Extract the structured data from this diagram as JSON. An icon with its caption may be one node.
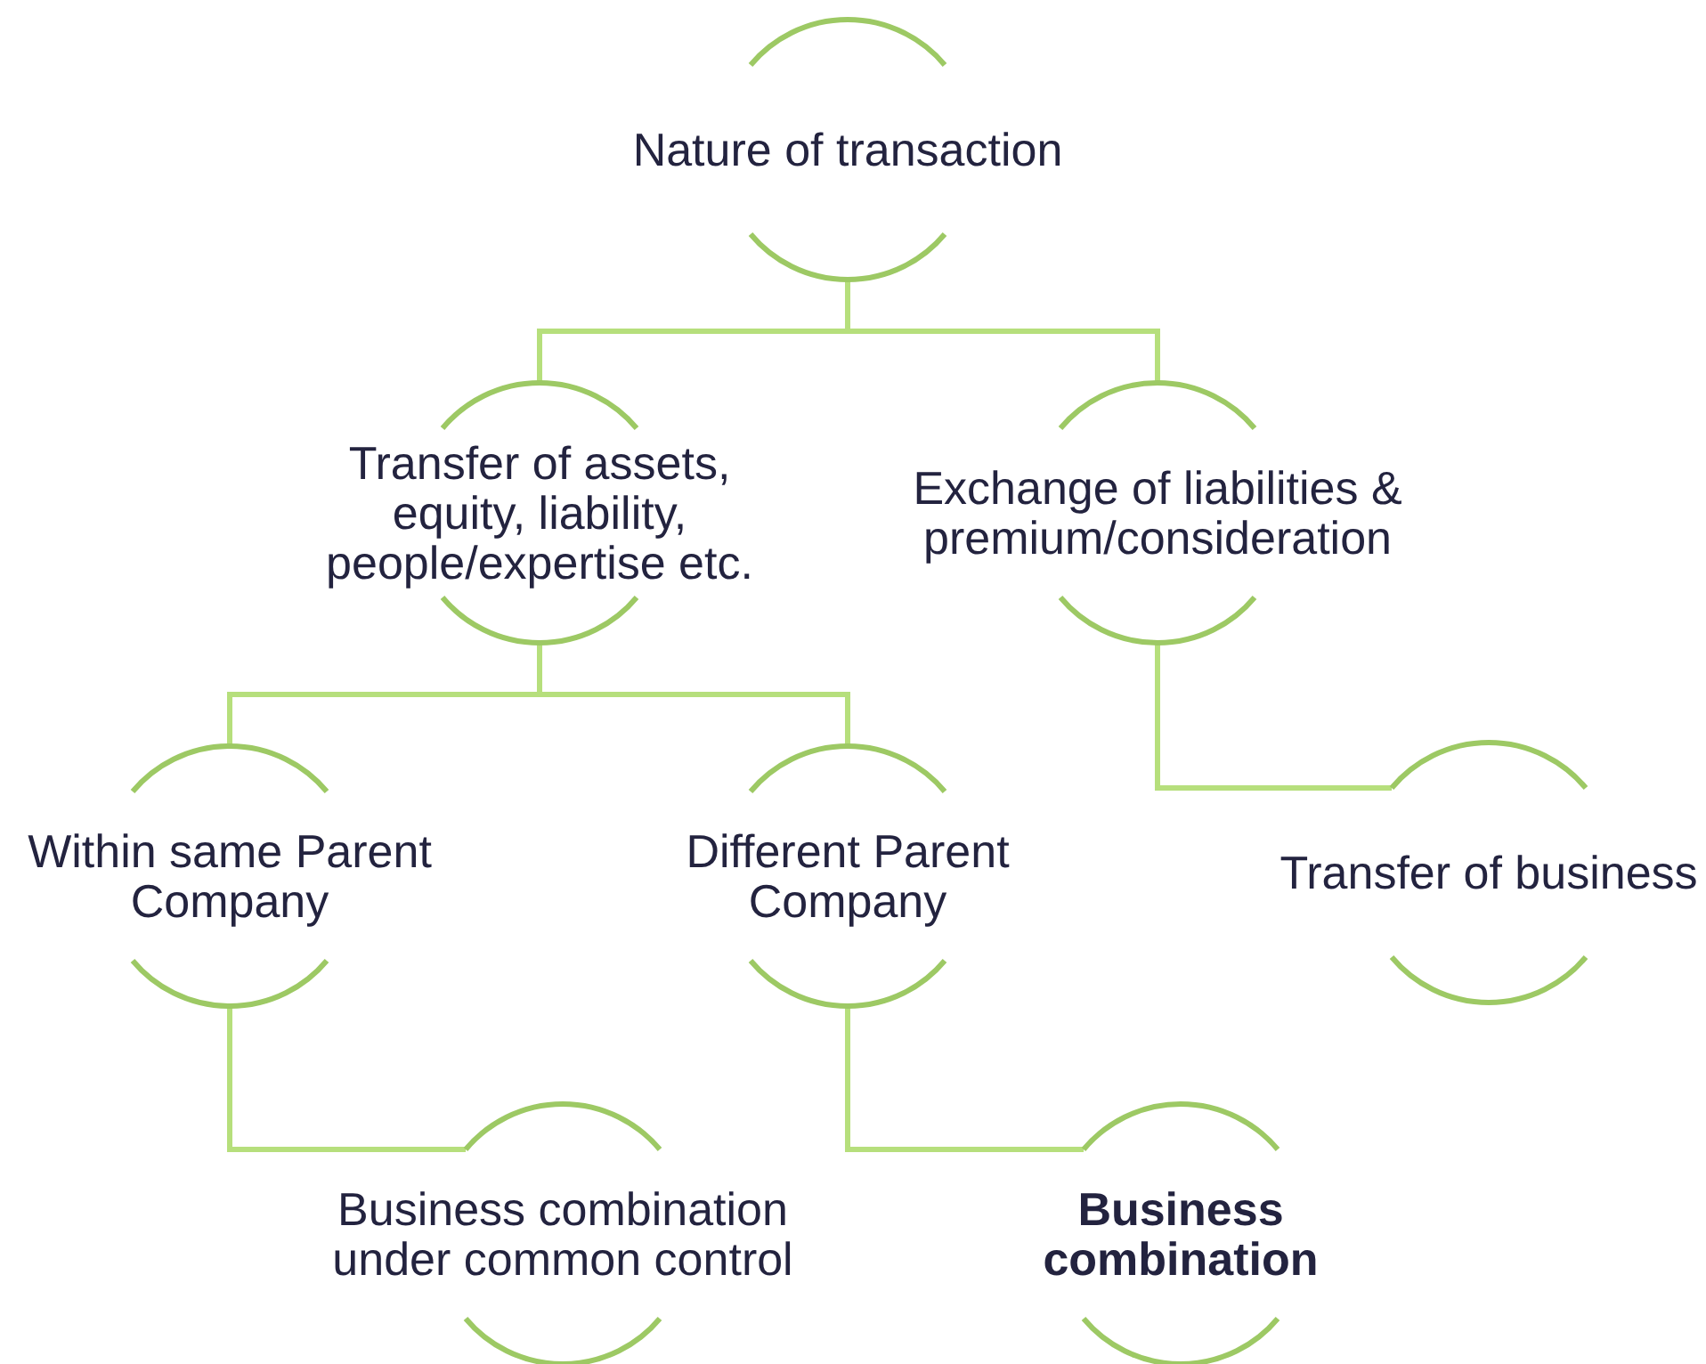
{
  "diagram": {
    "nodes": [
      {
        "text": [
          "Nature of transaction"
        ]
      },
      {
        "text": [
          "Transfer of assets, equity, liability, people/expertise etc."
        ]
      },
      {
        "text": [
          "Exchange of liabilities & premium/consideration"
        ]
      },
      {
        "text": [
          "Within same Parent Company"
        ]
      },
      {
        "text": [
          "Different Parent Company"
        ]
      },
      {
        "text": [
          "Transfer of business"
        ]
      },
      {
        "text": [
          "Business combination under common control"
        ]
      },
      {
        "text": [
          "Business combination"
        ]
      }
    ],
    "edges": [
      {
        "from": 0,
        "to": 1,
        "arrow": "none"
      },
      {
        "from": 0,
        "to": 2,
        "arrow": "none"
      },
      {
        "from": 1,
        "to": 3,
        "arrow": "none"
      },
      {
        "from": 1,
        "to": 4,
        "arrow": "none"
      },
      {
        "from": 2,
        "to": 5,
        "arrow": "none"
      },
      {
        "from": 3,
        "to": 6,
        "arrow": "none"
      },
      {
        "from": 4,
        "to": 7,
        "arrow": "none"
      }
    ]
  }
}
